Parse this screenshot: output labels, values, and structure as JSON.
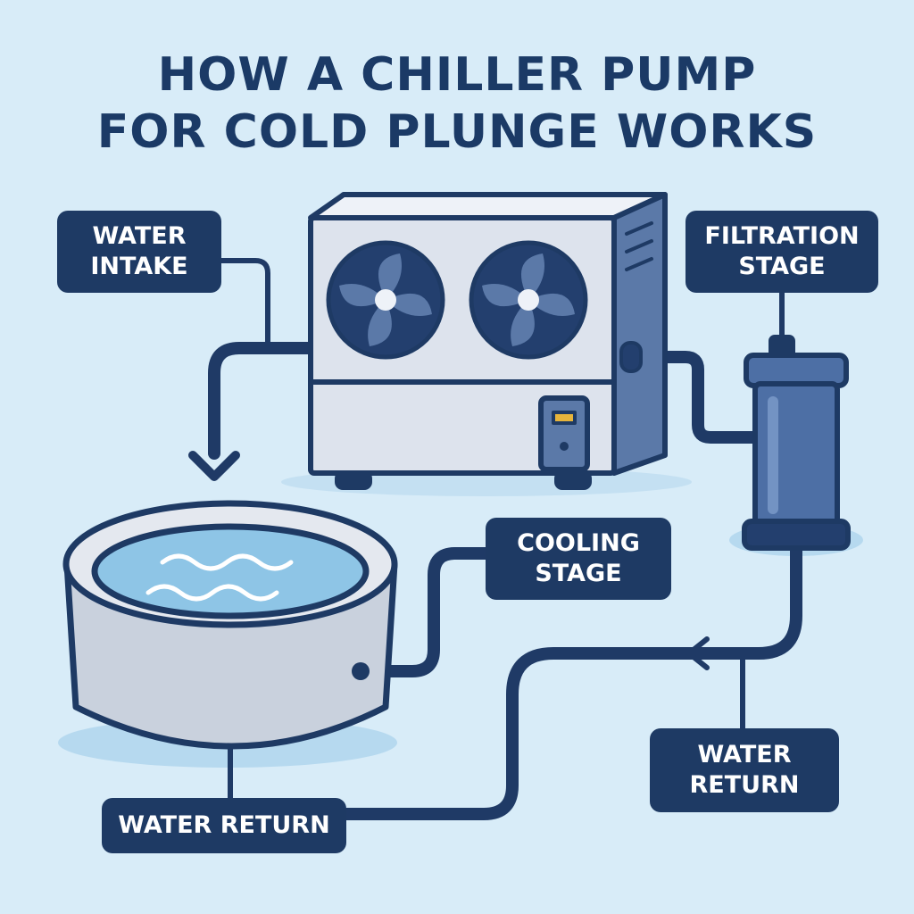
{
  "title": {
    "line1": "HOW A CHILLER PUMP",
    "line2": "FOR COLD PLUNGE WORKS"
  },
  "labels": {
    "water_intake": {
      "line1": "WATER",
      "line2": "INTAKE"
    },
    "filtration": {
      "line1": "FILTRATION",
      "line2": "STAGE"
    },
    "cooling": {
      "line1": "COOLING",
      "line2": "STAGE"
    },
    "water_return_right": {
      "line1": "WATER",
      "line2": "RETURN"
    },
    "water_return_bottom": {
      "line1": "WATER RETURN"
    }
  },
  "colors": {
    "navy": "#1e3a64",
    "pipe": "#1f3a66",
    "background": "#d8ecf8",
    "unit_body": "#dde3ed",
    "unit_side": "#5b79a8",
    "fan": "#233f6e",
    "filter": "#4d6fa5",
    "water": "#8ec5e6",
    "tub": "#c9d1dd"
  },
  "icons": {
    "fan": "fan-icon",
    "display": "temperature-display-icon",
    "flow_arrow": "arrow-icon"
  }
}
